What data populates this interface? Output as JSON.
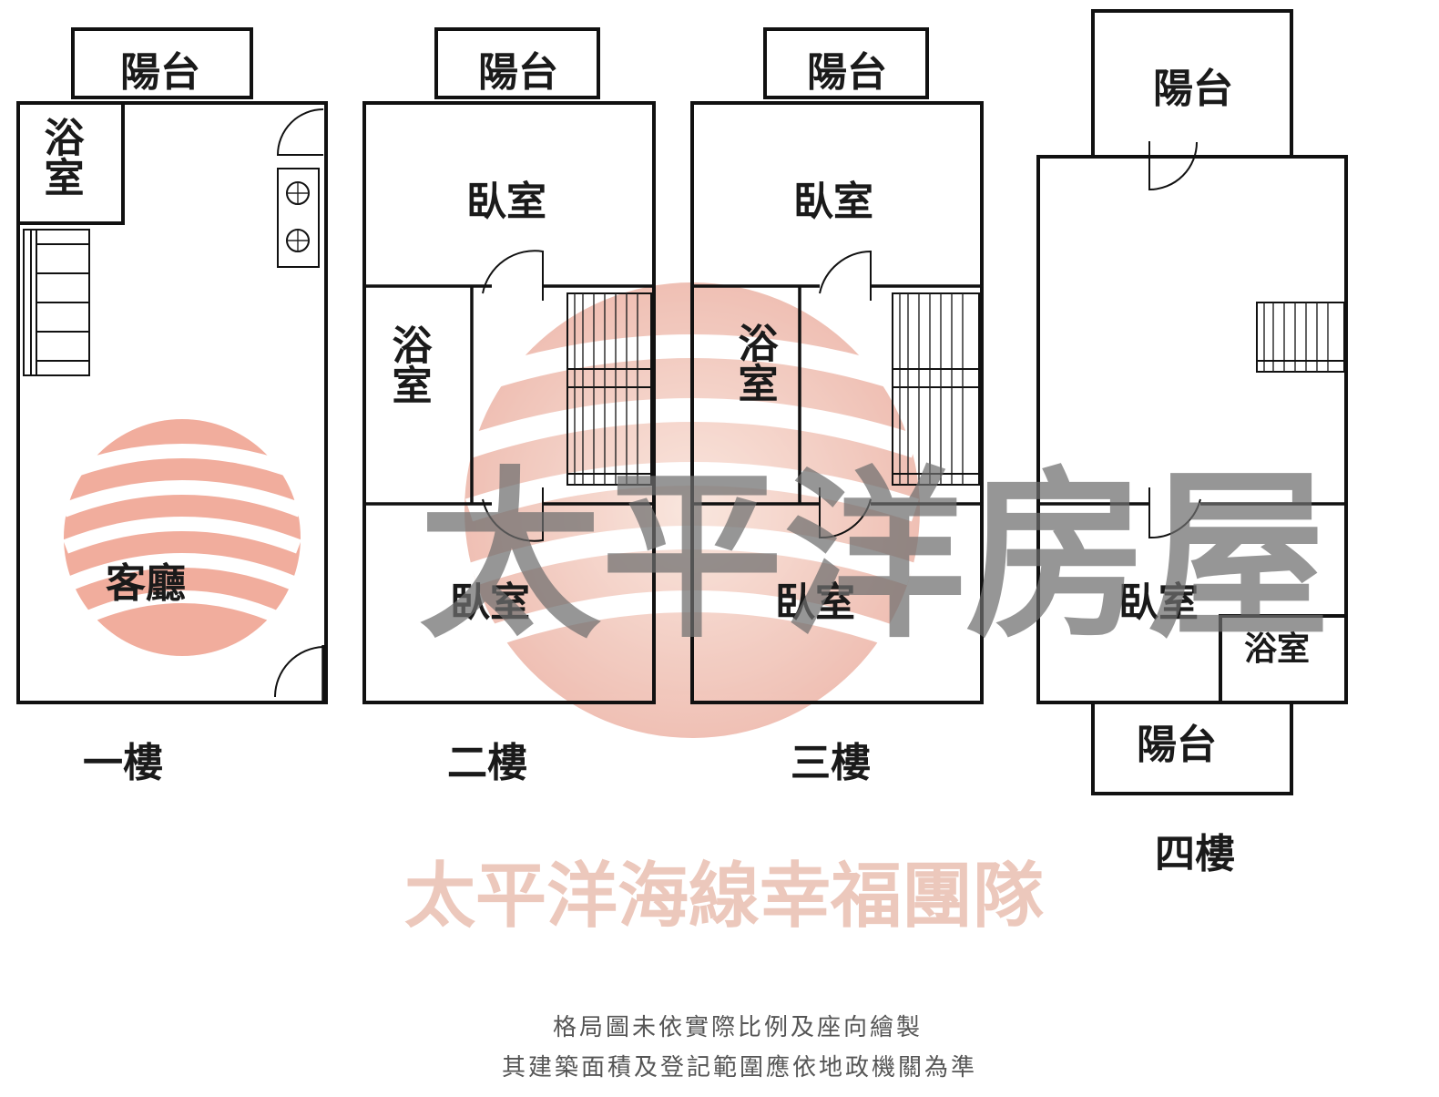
{
  "floors": [
    {
      "name": "一樓",
      "rooms": {
        "balcony": "陽台",
        "bath": "浴室",
        "living": "客廳"
      }
    },
    {
      "name": "二樓",
      "rooms": {
        "balcony": "陽台",
        "bedroom_top": "臥室",
        "bath": "浴室",
        "bedroom_bottom": "臥室"
      }
    },
    {
      "name": "三樓",
      "rooms": {
        "balcony": "陽台",
        "bedroom_top": "臥室",
        "bath": "浴室",
        "bedroom_bottom": "臥室"
      }
    },
    {
      "name": "四樓",
      "rooms": {
        "balcony_top": "陽台",
        "bedroom": "臥室",
        "bath": "浴室",
        "balcony_bottom": "陽台"
      }
    }
  ],
  "watermark": {
    "brand": "太平洋房屋",
    "team": "太平洋海線幸福團隊",
    "logo_colors": [
      "#e79a86",
      "#d9534f",
      "#f4c7b5"
    ],
    "brand_color": "#6f6f6f",
    "team_color": "#e6b6a6"
  },
  "disclaimer": {
    "line1": "格局圖未依實際比例及座向繪製",
    "line2": "其建築面積及登記範圍應依地政機關為準"
  }
}
